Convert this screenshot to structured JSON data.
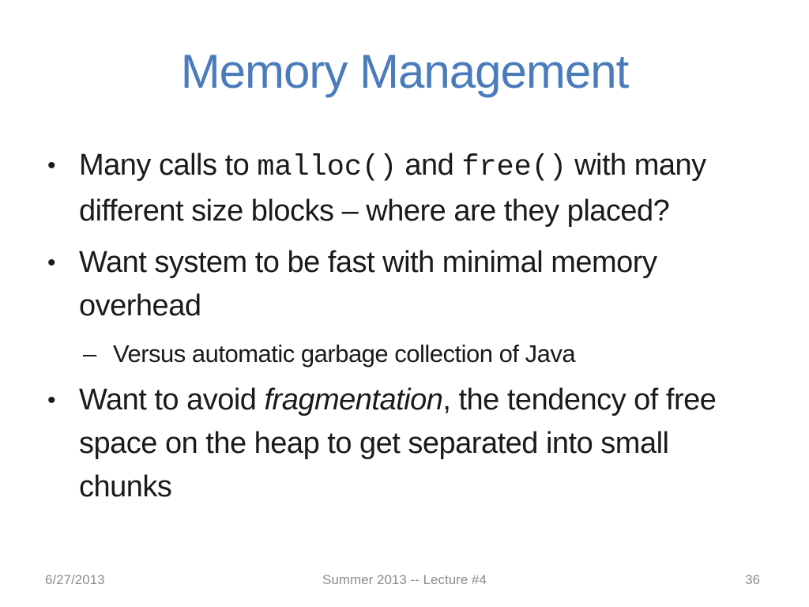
{
  "colors": {
    "title": "#4A7CBB",
    "body": "#1A1A1A",
    "footer": "#8C8C8C",
    "background": "#FFFFFF"
  },
  "slide": {
    "title": "Memory Management",
    "bullets": [
      {
        "level": 1,
        "marker": "•",
        "segments": [
          {
            "text": "Many calls to ",
            "style": "normal"
          },
          {
            "text": "malloc()",
            "style": "mono"
          },
          {
            "text": " and ",
            "style": "normal"
          },
          {
            "text": "free()",
            "style": "mono"
          },
          {
            "text": " with many different size blocks – where are they placed?",
            "style": "normal"
          }
        ]
      },
      {
        "level": 1,
        "marker": "•",
        "segments": [
          {
            "text": "Want system to be fast with minimal memory overhead",
            "style": "normal"
          }
        ]
      },
      {
        "level": 2,
        "marker": "–",
        "segments": [
          {
            "text": "Versus automatic garbage collection of Java",
            "style": "normal"
          }
        ]
      },
      {
        "level": 1,
        "marker": "•",
        "segments": [
          {
            "text": "Want to avoid ",
            "style": "normal"
          },
          {
            "text": "fragmentation",
            "style": "italic"
          },
          {
            "text": ", the tendency of free space on the heap to get separated into small chunks",
            "style": "normal"
          }
        ]
      }
    ],
    "footer": {
      "date": "6/27/2013",
      "center": "Summer 2013 -- Lecture #4",
      "page_number": "36"
    }
  }
}
